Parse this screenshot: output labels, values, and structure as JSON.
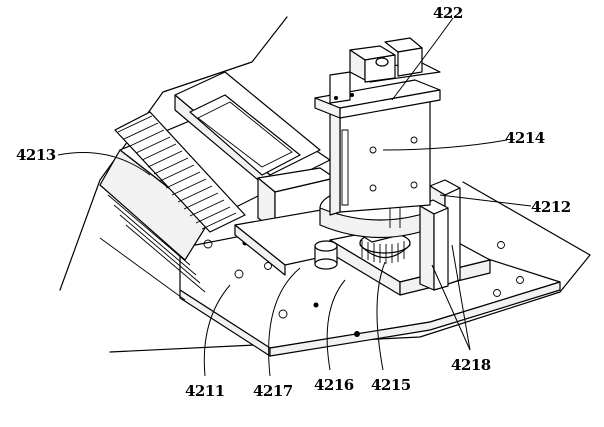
{
  "figure": {
    "labels": {
      "l422": "422",
      "l4214": "4214",
      "l4213": "4213",
      "l4212": "4212",
      "l4211": "4211",
      "l4217": "4217",
      "l4216": "4216",
      "l4215": "4215",
      "l4218": "4218"
    }
  }
}
